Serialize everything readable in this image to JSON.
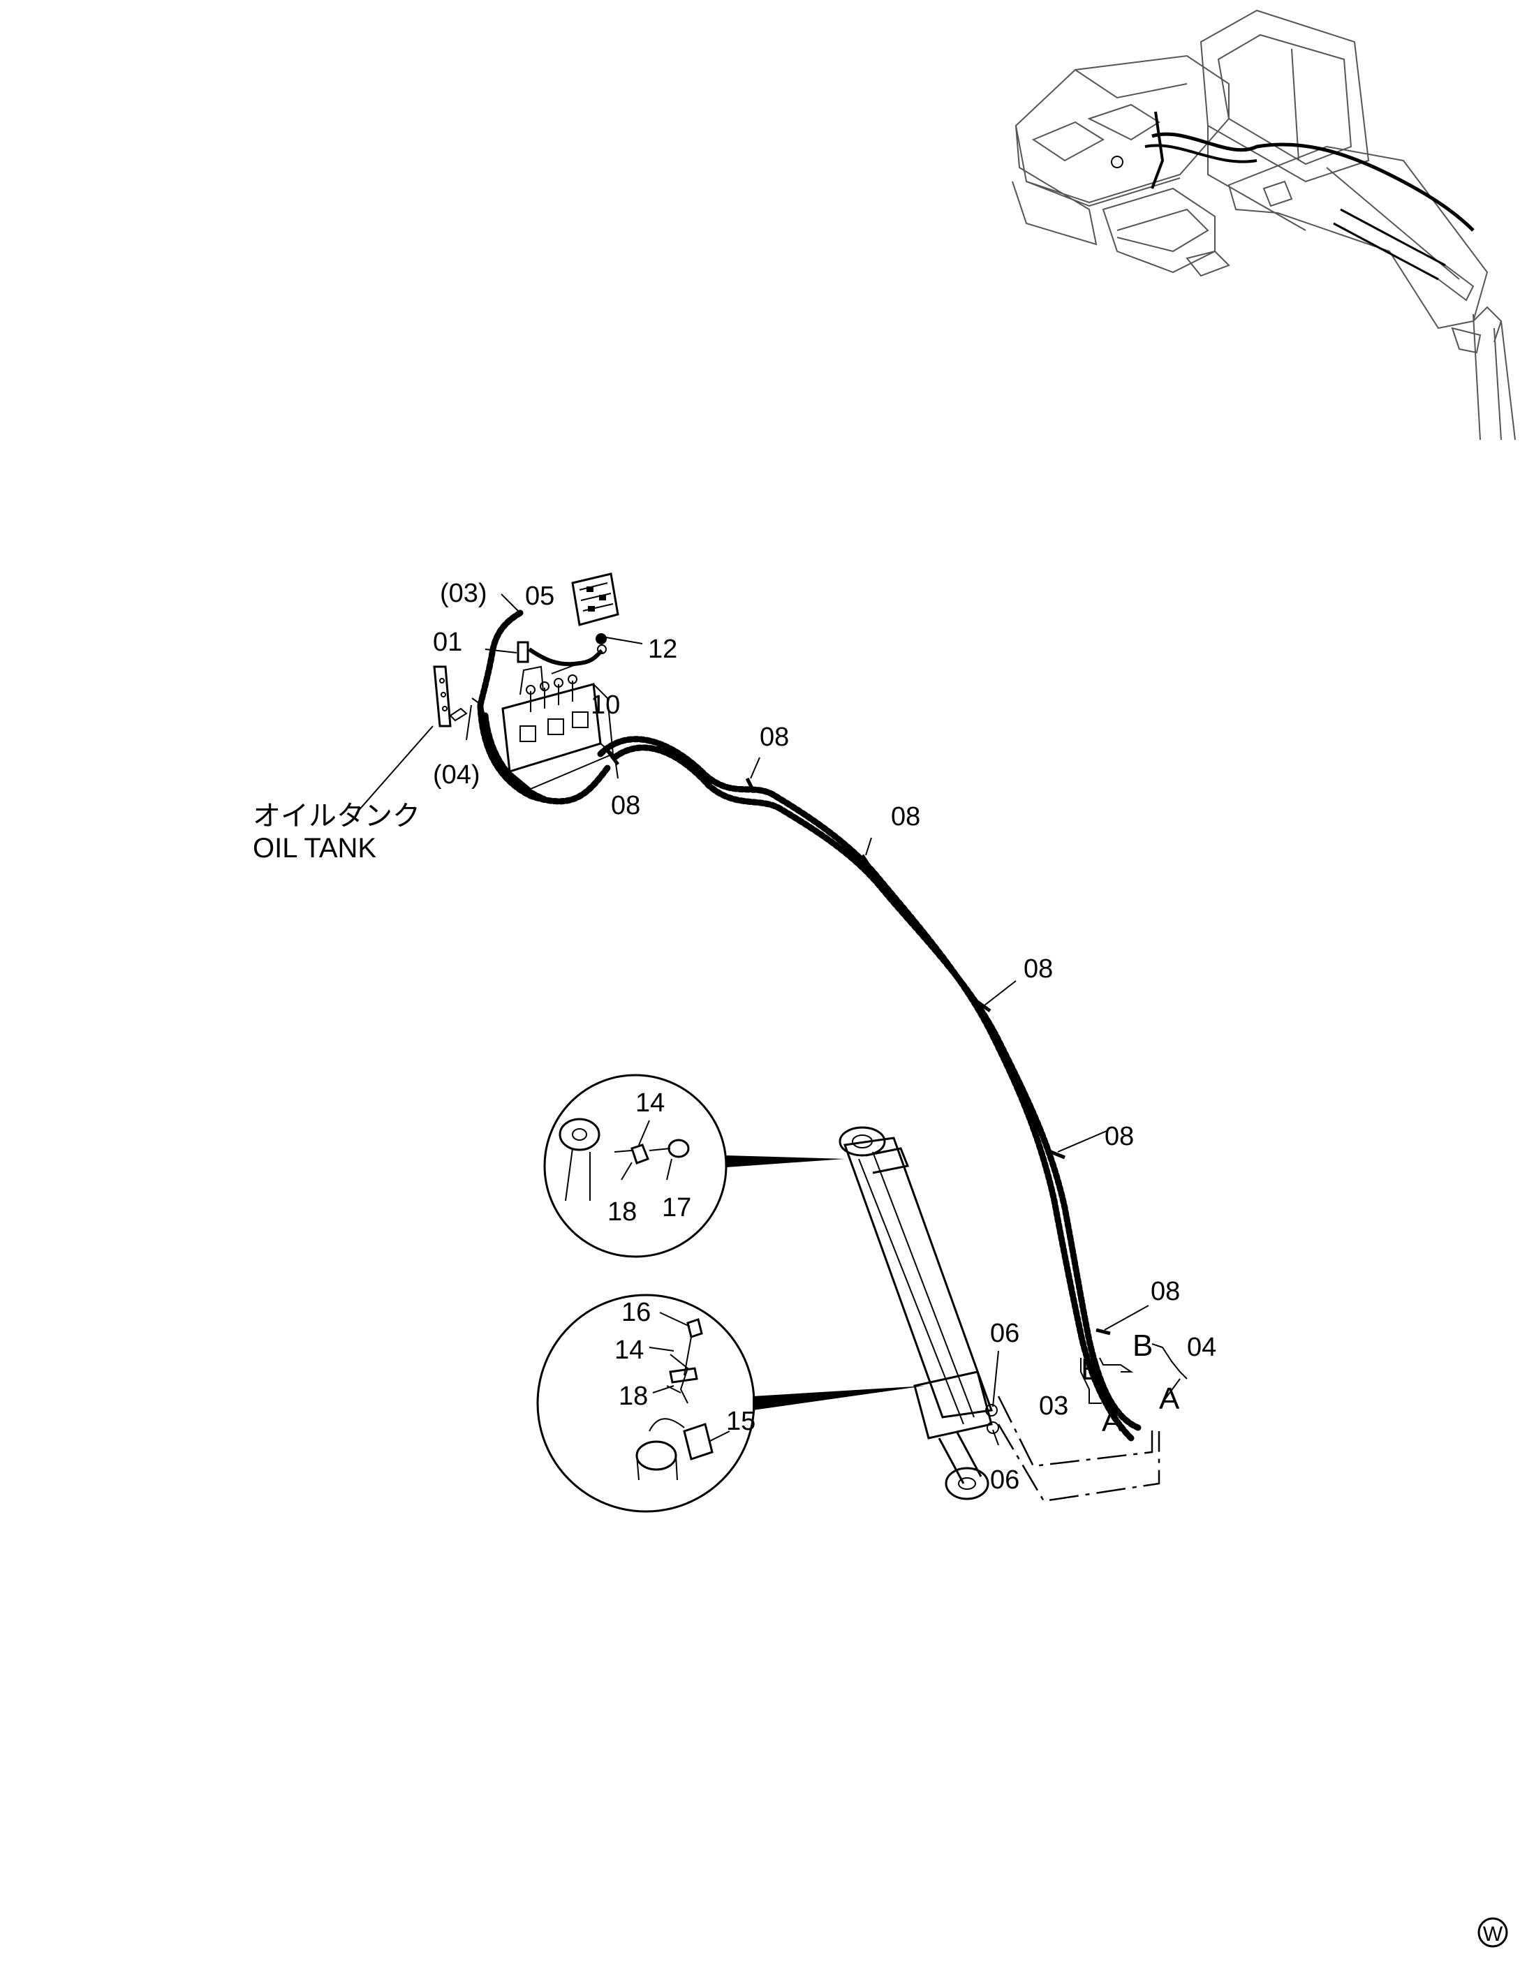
{
  "labels": {
    "p03_paren": "(03)",
    "p05": "05",
    "p01": "01",
    "p12": "12",
    "p10": "10",
    "p04_paren": "(04)",
    "p08": "08",
    "p14": "14",
    "p18": "18",
    "p17": "17",
    "p16": "16",
    "p15": "15",
    "p06": "06",
    "p03": "03",
    "p04": "04",
    "port_a": "A",
    "port_b": "B"
  },
  "oil_tank": {
    "japanese": "オイルタンク",
    "english": "OIL  TANK"
  },
  "corner_mark": "W"
}
